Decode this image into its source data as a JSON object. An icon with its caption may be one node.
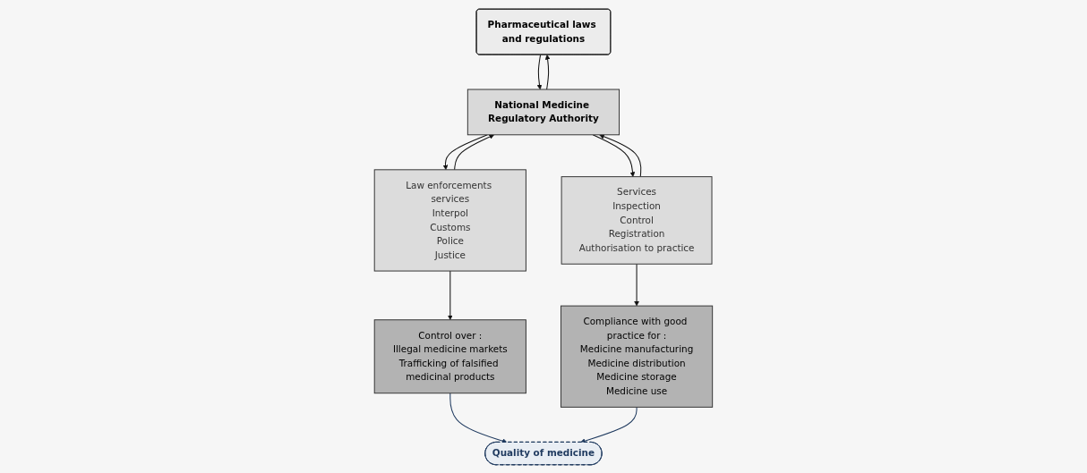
{
  "diagram": {
    "nodes": [
      {
        "text": [
          "Pharmaceutical laws and regulations"
        ]
      },
      {
        "text": [
          "National Medicine Regulatory Authority"
        ]
      },
      {
        "text": [
          "Law enforcements services",
          "Interpol",
          "Customs",
          "Police",
          "Justice"
        ]
      },
      {
        "text": [
          "Services",
          "Inspection",
          "Control",
          "Registration",
          "Authorisation to practice"
        ]
      },
      {
        "text": [
          "Control over :",
          "Illegal medicine markets",
          "Trafficking of falsified medicinal products"
        ]
      },
      {
        "text": [
          "Quality of medicine"
        ]
      },
      {
        "text": [
          "Compliance with good practice for :",
          "Medicine manufacturing",
          "Medicine distribution",
          "Medicine storage",
          "Medicine use"
        ]
      }
    ],
    "edges": [
      {
        "from": 0,
        "to": 1,
        "arrow": "to"
      },
      {
        "from": 1,
        "to": 0,
        "arrow": "to"
      },
      {
        "from": 2,
        "to": 1,
        "arrow": "to"
      },
      {
        "from": 1,
        "to": 2,
        "arrow": "to"
      },
      {
        "from": 3,
        "to": 1,
        "arrow": "to"
      },
      {
        "from": 1,
        "to": 3,
        "arrow": "to"
      },
      {
        "from": 2,
        "to": 4,
        "arrow": "to"
      },
      {
        "from": 3,
        "to": 6,
        "arrow": "to"
      },
      {
        "from": 4,
        "to": 5,
        "arrow": "to",
        "color": "#1f3a5f"
      },
      {
        "from": 6,
        "to": 5,
        "arrow": "to",
        "color": "#1f3a5f"
      }
    ]
  }
}
